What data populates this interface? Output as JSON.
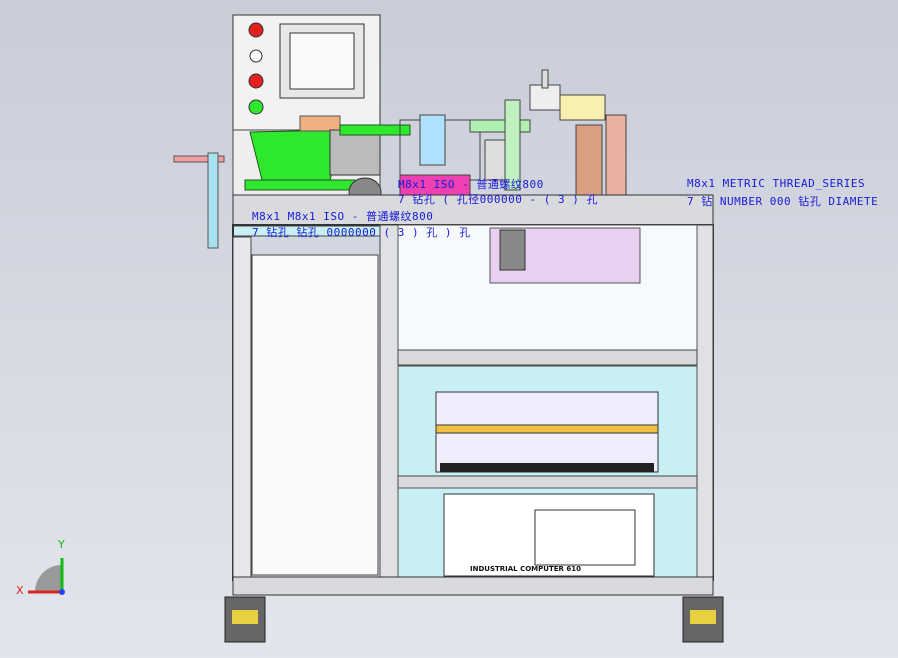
{
  "annotations": {
    "center_thread": "M8x1 ISO - 普通螺纹800",
    "center_hole": "7 钻孔 ( 孔径000000 - ( 3 ) 孔",
    "left_thread": "M8x1 M8x1 ISO - 普通螺纹800",
    "left_hole": "7 钻孔 钻孔 0000000 ( 3 ) 孔 ) 孔",
    "right_thread": "M8x1 METRIC THREAD_SERIES",
    "right_hole": "7 钻 NUMBER 000 钻孔 DIAMETE"
  },
  "computer_label": "INDUSTRIAL COMPUTER 610",
  "triad": {
    "x": "X",
    "y": "Y"
  },
  "colors": {
    "frame": "#d8dade",
    "green": "#2ee82e",
    "annotation": "#1a1ad8",
    "glass": "#c8f0f4"
  }
}
